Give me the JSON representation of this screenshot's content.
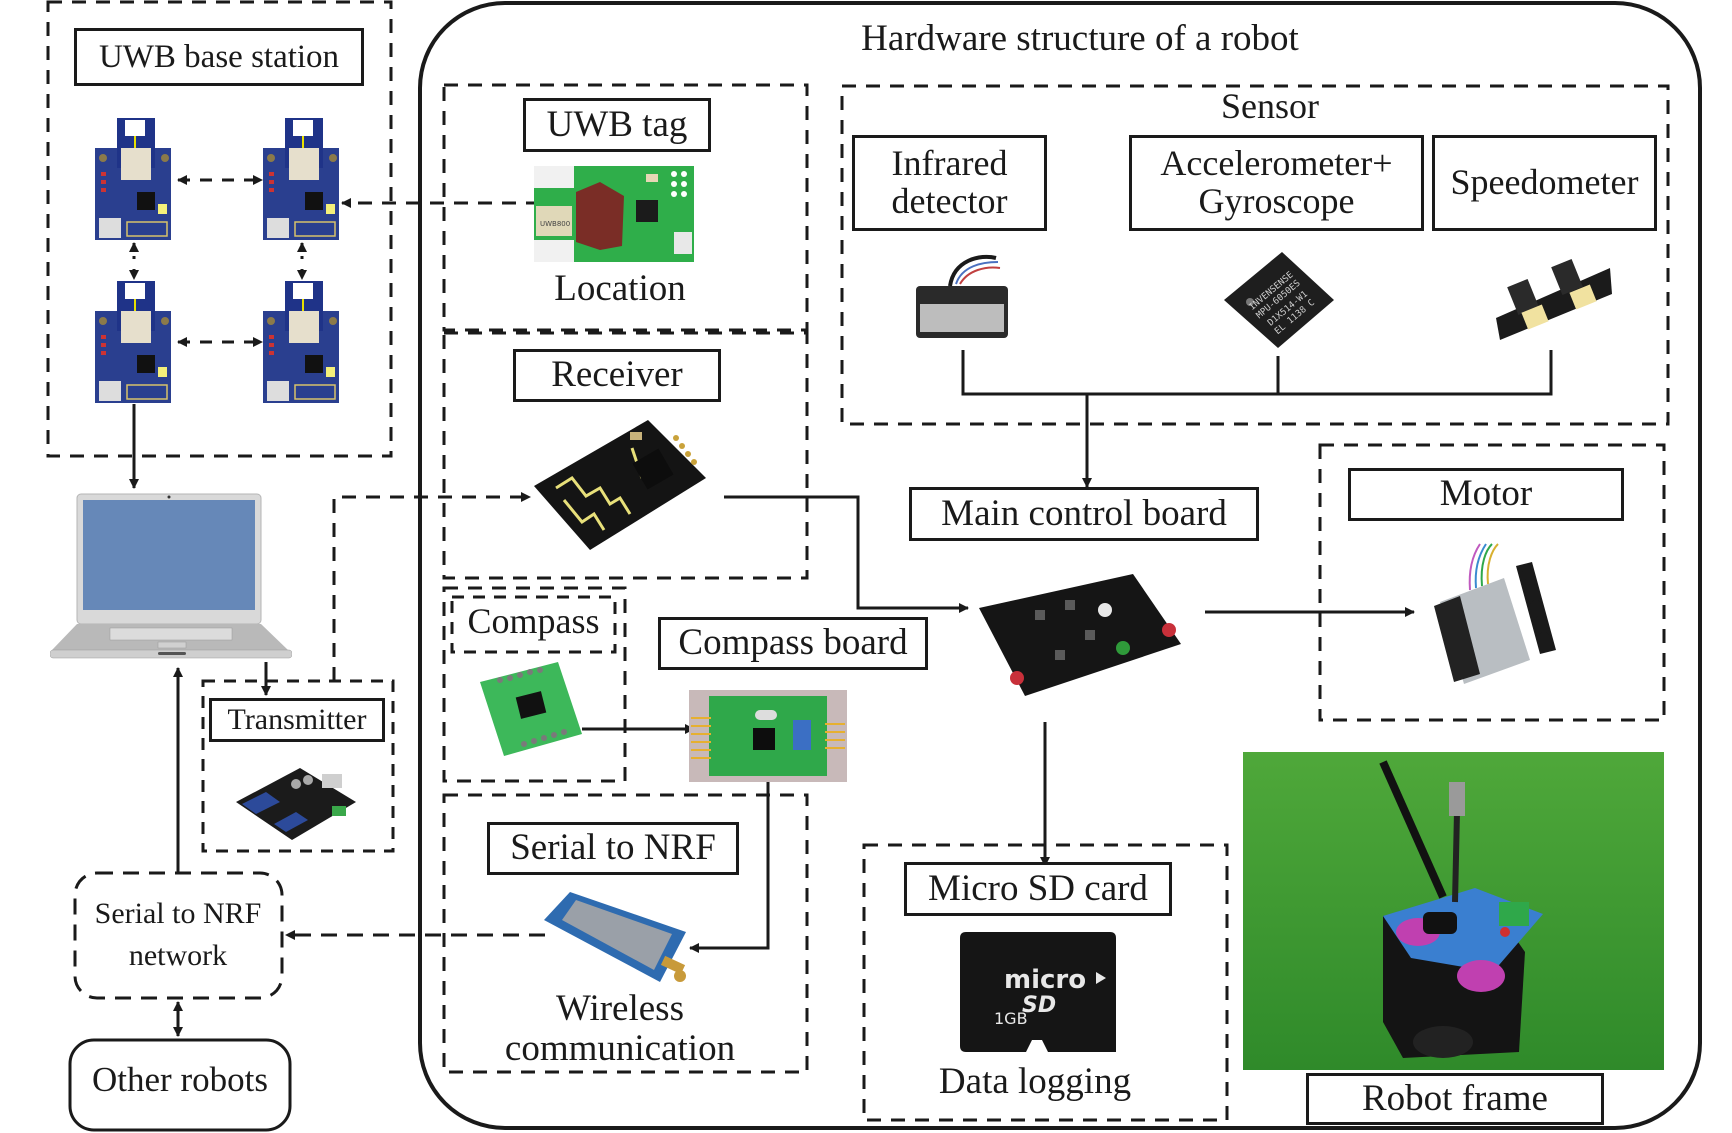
{
  "title": "Hardware structure of a robot",
  "base_station": {
    "label": "UWB base station",
    "nodes": [
      "uwb-anchor",
      "uwb-anchor",
      "uwb-anchor",
      "uwb-anchor"
    ]
  },
  "laptop": {
    "icon": "laptop-icon"
  },
  "transmitter": {
    "label": "Transmitter"
  },
  "serial_network": {
    "label_line1": "Serial to NRF",
    "label_line2": "network"
  },
  "other_robots": {
    "label": "Other robots"
  },
  "uwb_tag": {
    "label": "UWB tag",
    "caption": "Location",
    "chip_text": "UWB800"
  },
  "receiver": {
    "label": "Receiver"
  },
  "compass": {
    "label": "Compass"
  },
  "compass_board": {
    "label": "Compass board"
  },
  "serial_nrf": {
    "label": "Serial to NRF",
    "caption_line1": "Wireless",
    "caption_line2": "communication"
  },
  "sensor": {
    "group_label": "Sensor",
    "items": [
      {
        "label_line1": "Infrared",
        "label_line2": "detector"
      },
      {
        "label_line1": "Accelerometer+",
        "label_line2": "Gyroscope",
        "chip_text": [
          "INVENSENSE",
          "MPU-6050ES",
          "D1X514-W1",
          "EL 1138 C"
        ]
      },
      {
        "label_line1": "Speedometer",
        "label_line2": ""
      }
    ]
  },
  "main_board": {
    "label": "Main control board"
  },
  "motor": {
    "label": "Motor"
  },
  "sd_card": {
    "label": "Micro SD card",
    "caption": "Data logging",
    "card_brand_line1": "micro",
    "card_brand_line2": "SD",
    "card_capacity": "1GB"
  },
  "robot_frame": {
    "label": "Robot frame"
  },
  "colors": {
    "stroke": "#1a1a1a",
    "laptop_screen": "#6688b8",
    "pcb_blue": "#2a3f8f",
    "pcb_green": "#2fa84a",
    "grass": "#3f9a2e",
    "robot_blue": "#3a7fd0",
    "robot_magenta": "#c040b0"
  }
}
